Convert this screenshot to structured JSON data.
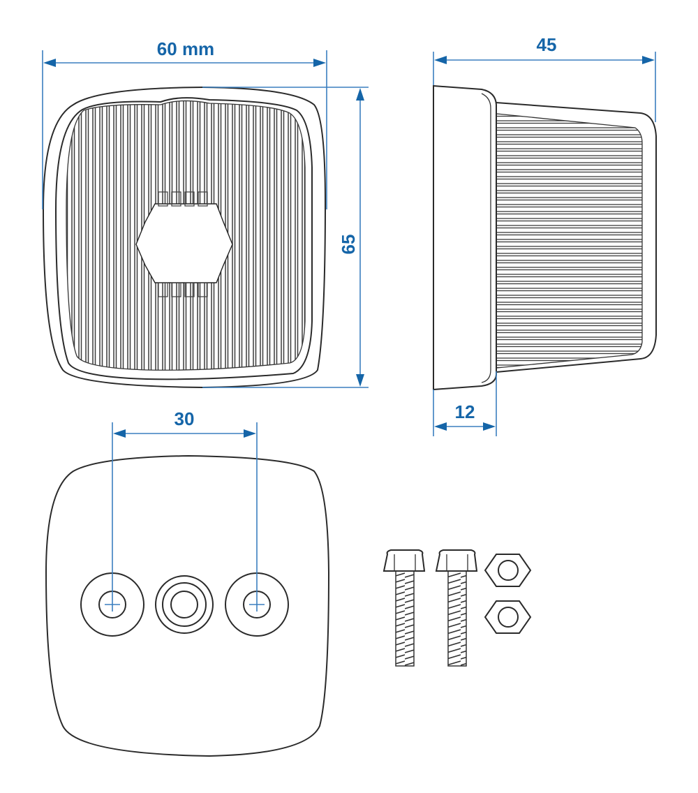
{
  "diagram": {
    "title": "Square marker lamp technical drawing",
    "accent_color": "#1565a8",
    "line_color": "#2a2a2a",
    "views": {
      "front": {
        "label": "front-view-lens",
        "width_dim": "60 mm",
        "height_dim": "65"
      },
      "side": {
        "label": "side-view",
        "depth_dim": "45",
        "base_dim": "12"
      },
      "back": {
        "label": "back-view-mounting",
        "hole_spacing_dim": "30",
        "holes": [
          "mount-hole-left",
          "cable-grommet",
          "mount-hole-right"
        ]
      },
      "hardware": {
        "bolts": 2,
        "nuts": 2
      }
    }
  }
}
